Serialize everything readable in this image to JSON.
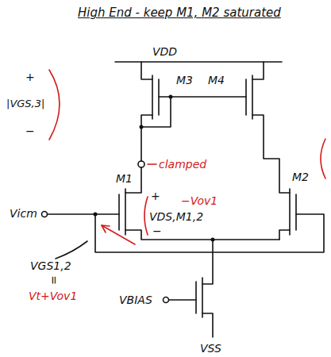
{
  "diagram": {
    "title": "High End - keep M1, M2 saturated",
    "labels": [
      "VDD",
      "+",
      "|VGS,3|",
      "−",
      "M3",
      "M4",
      "clamped",
      "M1",
      "+",
      "−Vov1",
      "VDS,M1,2",
      "−",
      "Vicm",
      "M2",
      "VGS1,2",
      "=",
      "Vt+Vov1",
      "VBIAS",
      "VSS"
    ]
  }
}
